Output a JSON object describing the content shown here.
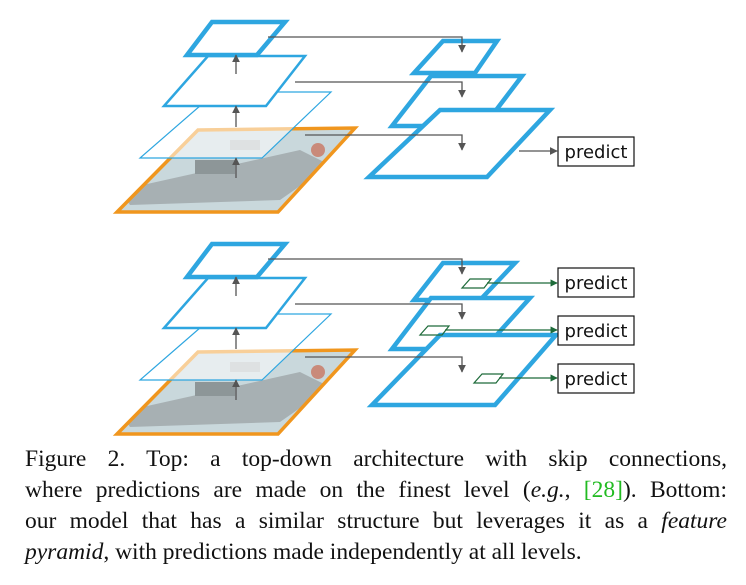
{
  "figure": {
    "predict_label": "predict",
    "colors": {
      "feature_blue": "#2ea6e0",
      "image_orange": "#f0961e",
      "arrow_gray": "#555555",
      "predict_green": "#1e6b3a",
      "photo_sea": "#c2d3d8",
      "photo_boat": "#9aa3a6"
    }
  },
  "caption": {
    "line1": "Figure 2.  Top:  a top-down architecture with skip connections,",
    "line2_a": "where predictions are made on the finest level (",
    "line2_eg": "e.g.",
    "line2_b": ", ",
    "line2_open": "[",
    "line2_cite": "28",
    "line2_close": "]",
    "line2_c": ").  Bottom:",
    "line3_a": "our model that has a similar structure but leverages it as a ",
    "line3_feature": "feature",
    "line4_pyramid": "pyramid",
    "line4_b": ", with predictions made independently at all levels."
  }
}
